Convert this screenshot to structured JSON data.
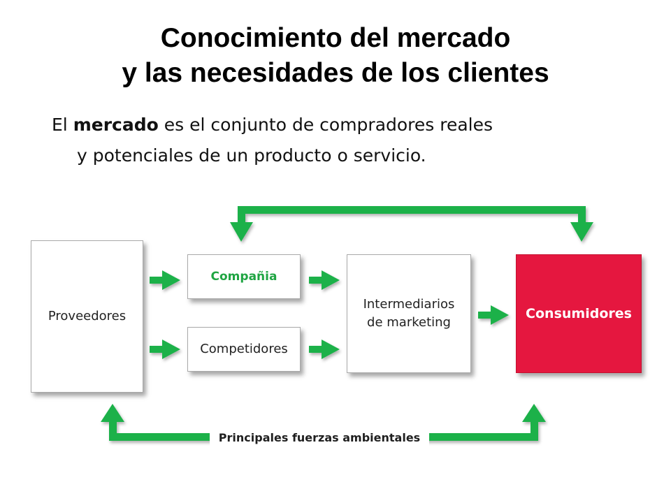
{
  "title": {
    "line1": "Conocimiento del mercado",
    "line2": "y las necesidades de los clientes"
  },
  "subtitle": {
    "prefix": "El ",
    "bold": "mercado",
    "rest": " es el conjunto de compradores reales",
    "line2": "y potenciales de un producto o servicio."
  },
  "diagram": {
    "boxes": {
      "proveedores": "Proveedores",
      "compania": "Compañia",
      "competidores": "Competidores",
      "intermediarios_line1": "Intermediarios",
      "intermediarios_line2": "de marketing",
      "consumidores": "Consumidores"
    },
    "footer_label": "Principales fuerzas ambientales",
    "colors": {
      "arrow": "#1fb14a",
      "consumer_fill": "#e5173f",
      "compania_text": "#20a543"
    }
  }
}
